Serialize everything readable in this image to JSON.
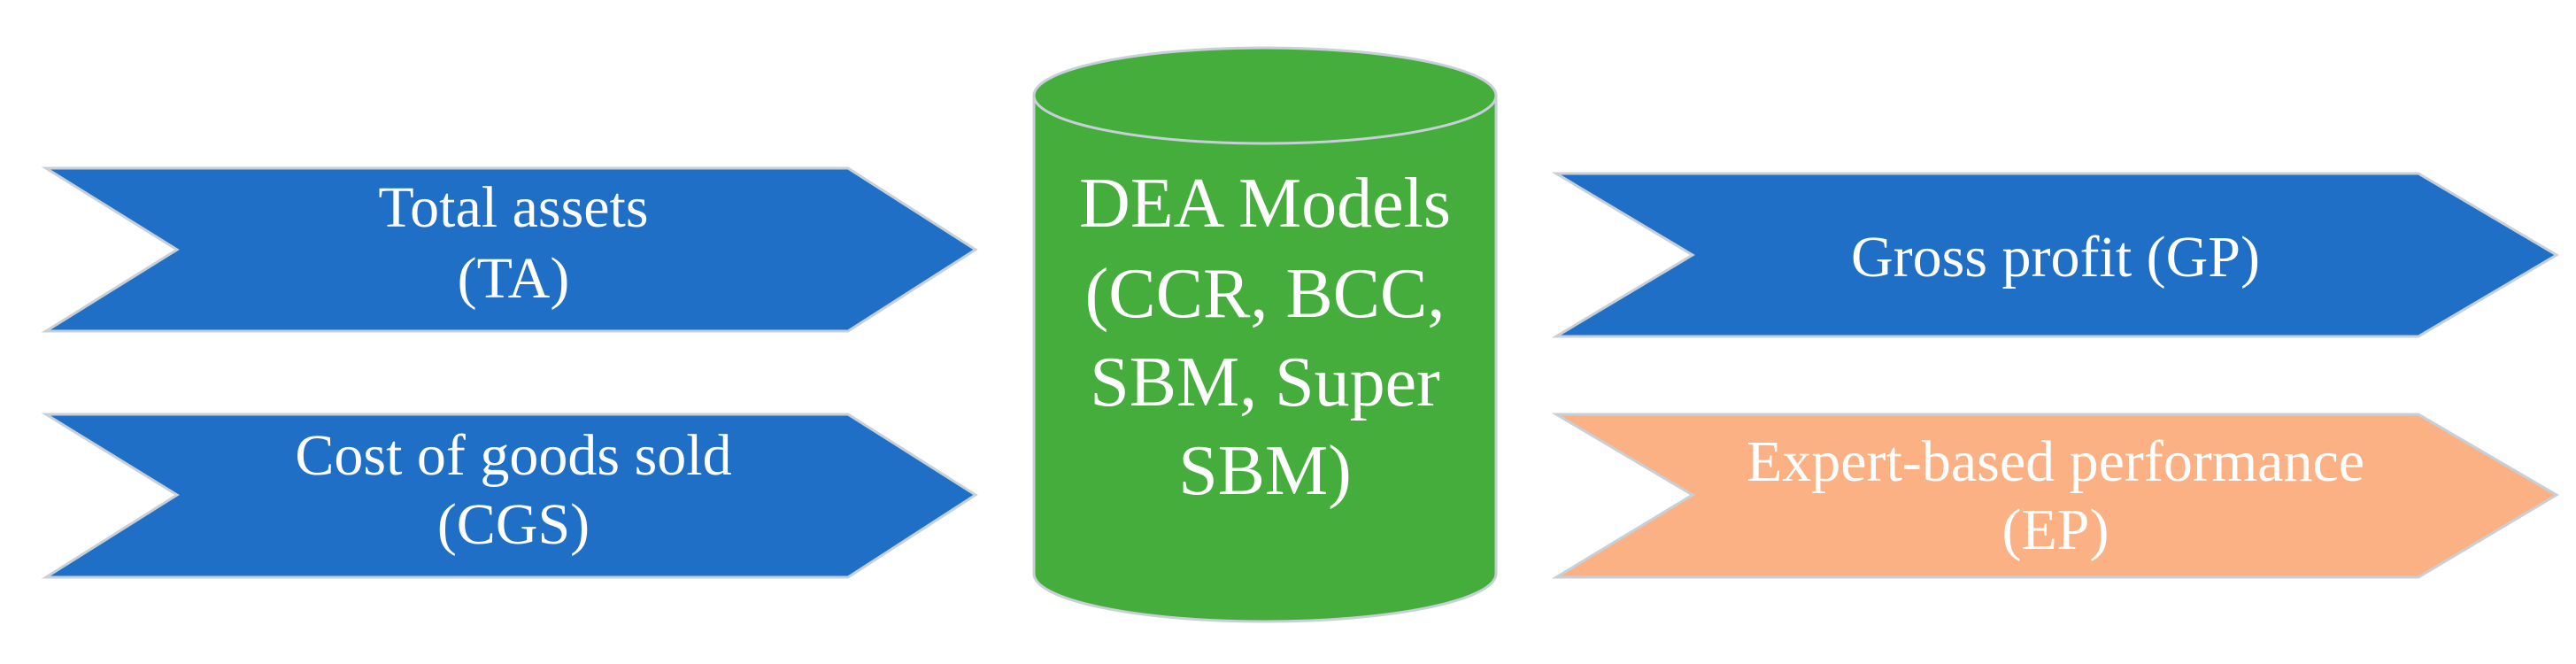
{
  "colors": {
    "input_arrow": "#1f6fc6",
    "output_arrow_primary": "#1f6fc6",
    "output_arrow_secondary": "#fbb183",
    "model_cylinder": "#44ad3b",
    "outline": "#c7d0d8",
    "text": "#ffffff"
  },
  "inputs": [
    {
      "line1": "Total assets",
      "line2": "(TA)"
    },
    {
      "line1": "Cost of goods sold",
      "line2": "(CGS)"
    }
  ],
  "model": {
    "lines": [
      "DEA Models",
      "(CCR, BCC,",
      "SBM, Super",
      "SBM)"
    ]
  },
  "outputs": [
    {
      "line1": "Gross profit (GP)",
      "line2": ""
    },
    {
      "line1": "Expert-based performance",
      "line2": "(EP)"
    }
  ]
}
